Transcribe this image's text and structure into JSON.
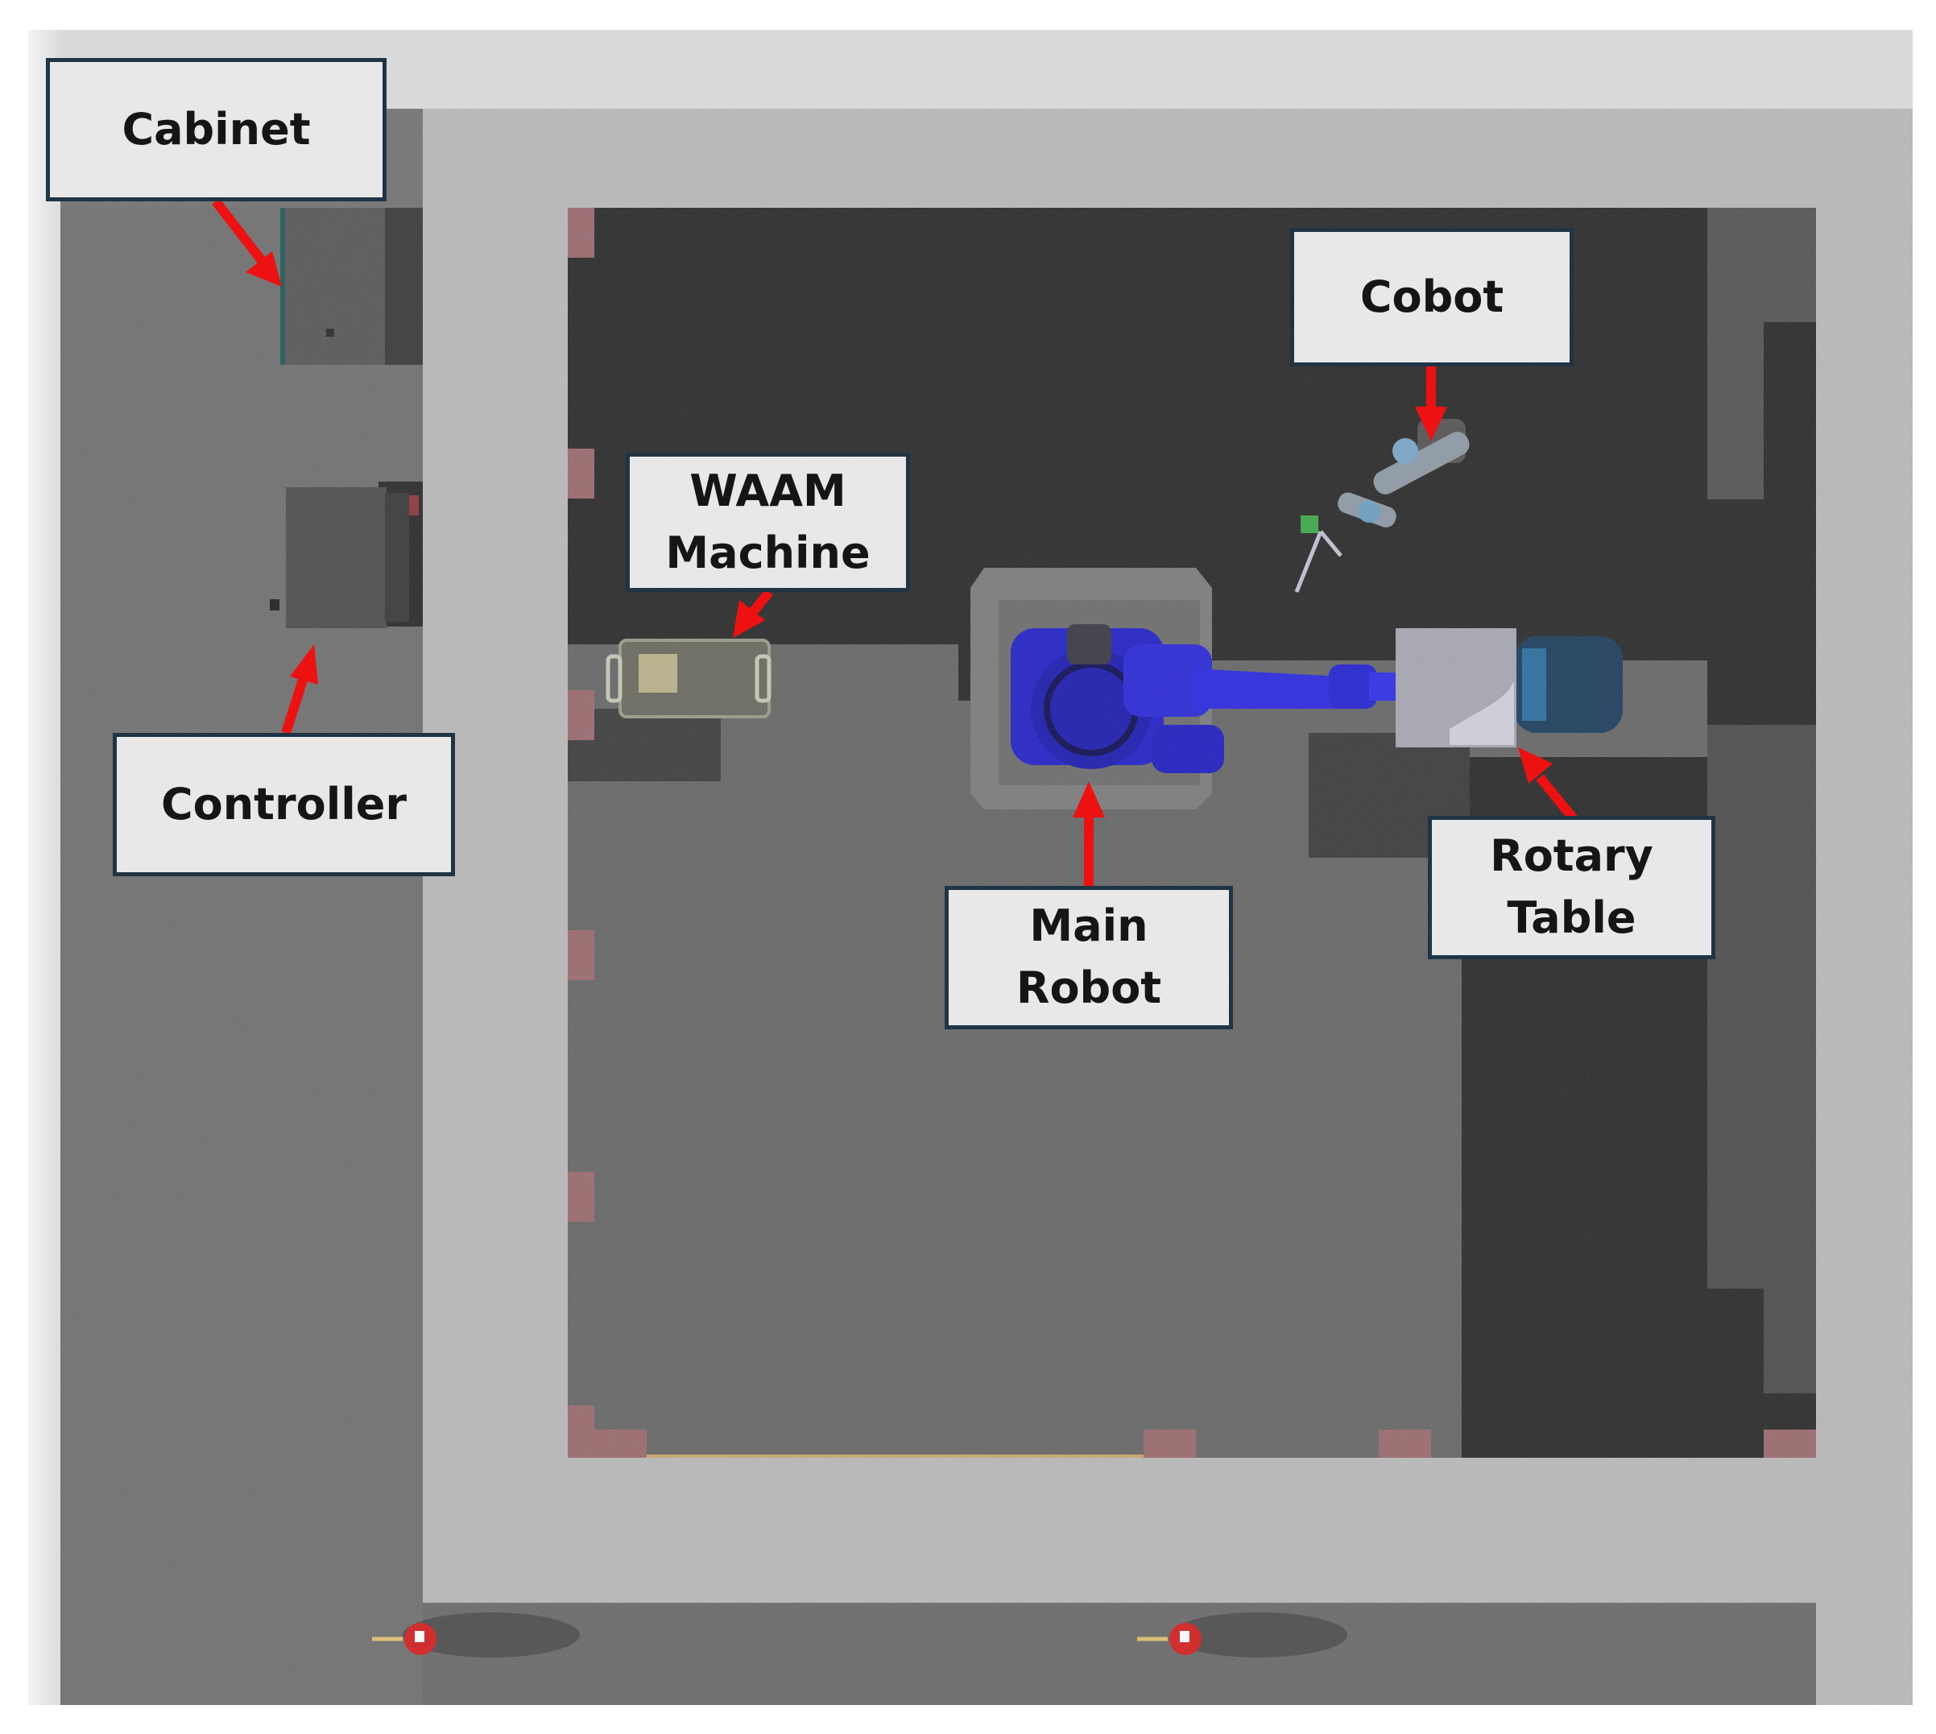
{
  "labels": {
    "cabinet": [
      "Cabinet"
    ],
    "controller": [
      "Controller"
    ],
    "waam_machine": [
      "WAAM",
      "Machine"
    ],
    "cobot": [
      "Cobot"
    ],
    "main_robot": [
      "Main",
      "Robot"
    ],
    "rotary_table": [
      "Rotary",
      "Table"
    ]
  },
  "colors": {
    "arrow": "#ee1111",
    "label_fill": "#e8e8e8",
    "label_border": "#1f3444",
    "floor_outer": "#747474",
    "walkway": "#b7b7b7",
    "cell_floor": "#676767",
    "cell_dark": "#2c2c2c",
    "robot_blue": "#2323c8",
    "marker_pink": "#9a6a6e"
  }
}
